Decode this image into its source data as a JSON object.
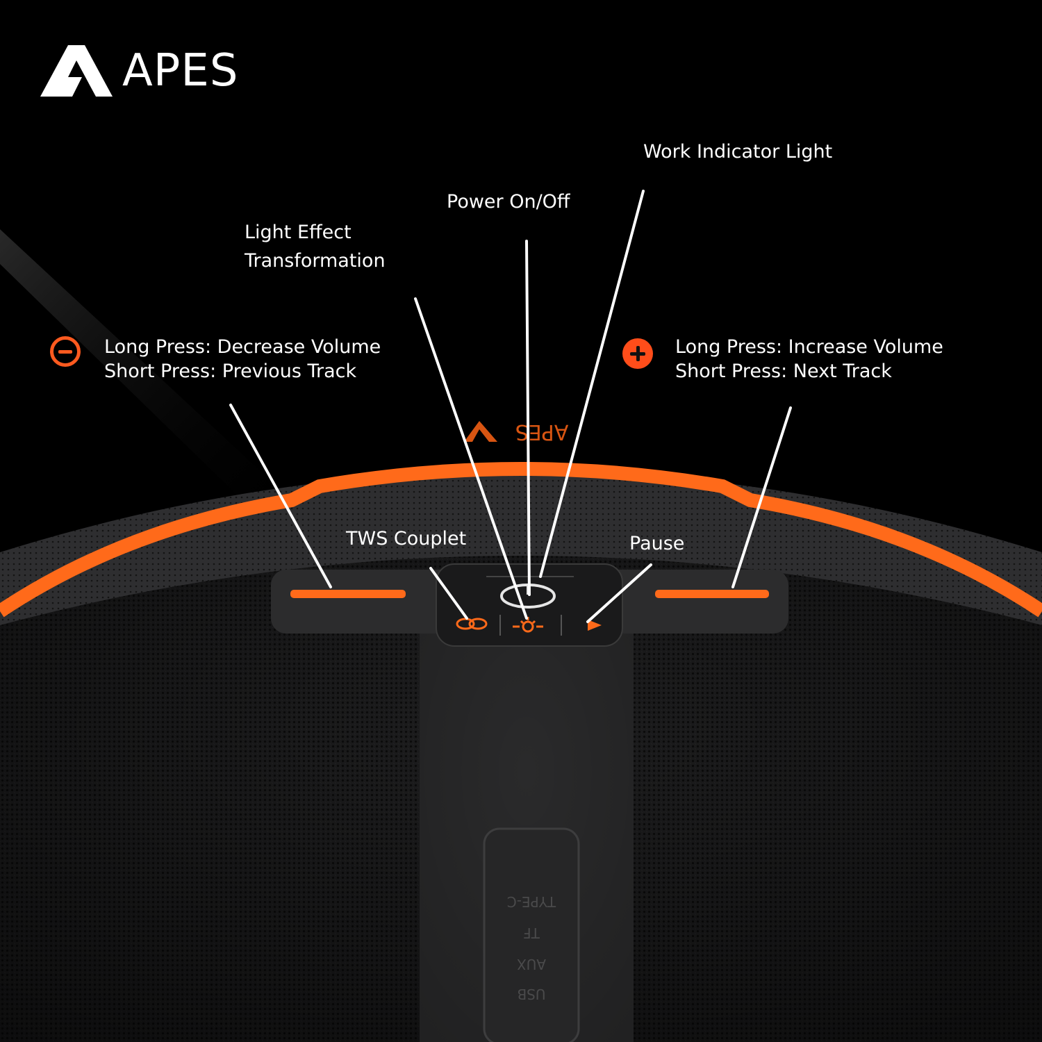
{
  "brand": {
    "name": "APES"
  },
  "callouts": {
    "work_indicator": "Work Indicator Light",
    "power": "Power On/Off",
    "light_effect_line1": "Light Effect",
    "light_effect_line2": "Transformation",
    "minus_line1": "Long Press: Decrease Volume",
    "minus_line2": "Short Press: Previous Track",
    "plus_line1": "Long Press: Increase Volume",
    "plus_line2": "Short Press: Next Track",
    "tws": "TWS Couplet",
    "pause": "Pause"
  },
  "product": {
    "band_logo": "APES",
    "ports": [
      "TYPE-C",
      "TF",
      "AUX",
      "USB"
    ]
  },
  "colors": {
    "accent": "#ff6a1a",
    "background": "#000000",
    "fabric": "#1e1e1e",
    "panel": "#2a2a2b"
  },
  "icons": [
    "brand-logo-icon",
    "minus-circle-icon",
    "plus-circle-icon",
    "tws-link-icon",
    "light-sun-icon",
    "play-pause-icon",
    "power-icon"
  ]
}
